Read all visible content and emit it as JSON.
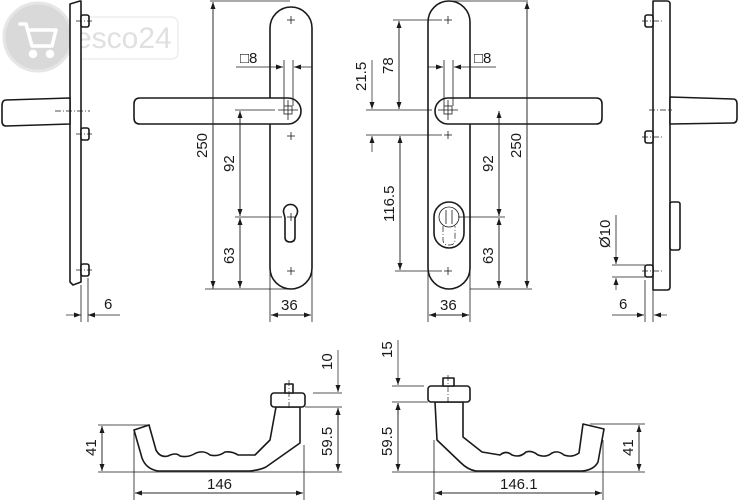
{
  "watermark": {
    "brand": "esco24",
    "icon": "shopping-cart-icon"
  },
  "views": {
    "left_side": {
      "dims": {
        "plate_offset": "6"
      }
    },
    "front_handle_left": {
      "dims": {
        "total_height": "250",
        "square_spindle": "□8",
        "spindle_to_cylinder": "92",
        "cylinder_to_bottom": "63",
        "plate_width": "36"
      }
    },
    "front_handle_right": {
      "dims": {
        "top_screw_to_spindle": "78",
        "spindle_to_screw": "21.5",
        "screw_to_screw": "116.5",
        "square_spindle": "□8",
        "spindle_to_cylinder": "92",
        "cylinder_to_bottom": "63",
        "total_height": "250",
        "plate_width": "36"
      }
    },
    "right_side": {
      "dims": {
        "screw_diameter": "Ø10",
        "plate_offset": "6"
      }
    },
    "handle_profile_left": {
      "dims": {
        "rose_height": "10",
        "handle_height": "59.5",
        "grip_height": "41",
        "handle_length": "146"
      }
    },
    "handle_profile_right": {
      "dims": {
        "rose_height": "15",
        "handle_height": "59.5",
        "grip_height": "41",
        "handle_length": "146.1"
      }
    }
  }
}
